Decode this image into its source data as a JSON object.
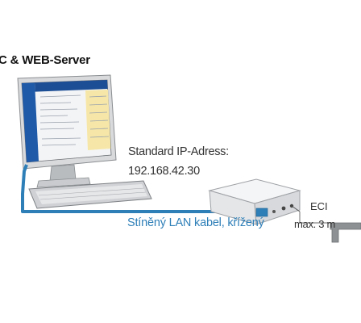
{
  "title": "C & WEB-Server",
  "device": {
    "ip_label": "Standard IP-Adress:",
    "ip_value": "192.168.42.30"
  },
  "cable": {
    "label": "Stíněný LAN kabel, křížený",
    "color": "#2e7fb8"
  },
  "eci": {
    "label": "ECI",
    "distance_label": "max. 3 m"
  },
  "icons": [
    "monitor-icon",
    "keyboard-icon",
    "router-device-icon",
    "eci-connector-icon"
  ]
}
